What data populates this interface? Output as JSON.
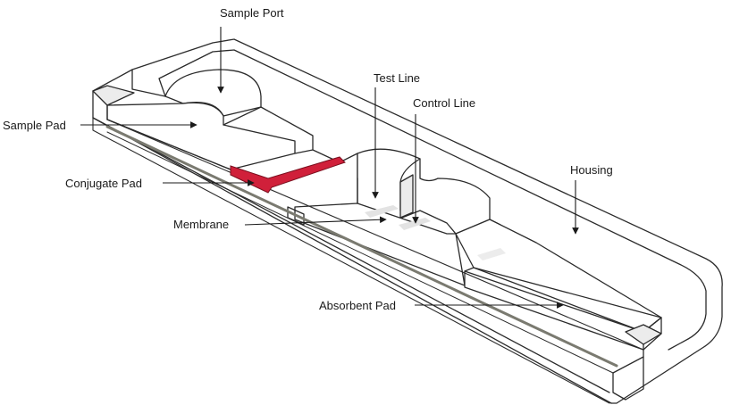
{
  "labels": {
    "sample_port": "Sample Port",
    "test_line": "Test Line",
    "control_line": "Control Line",
    "sample_pad": "Sample Pad",
    "housing": "Housing",
    "conjugate_pad": "Conjugate Pad",
    "membrane": "Membrane",
    "absorbent_pad": "Absorbent Pad"
  },
  "colors": {
    "outline": "#2b2b2b",
    "housing_fill": "#ffffff",
    "housing_side": "#ececec",
    "strip_layer": "#d9d9cf",
    "conjugate": "#d0203a",
    "test_band": "#e3e3e3",
    "arrow": "#1a1a1a"
  }
}
